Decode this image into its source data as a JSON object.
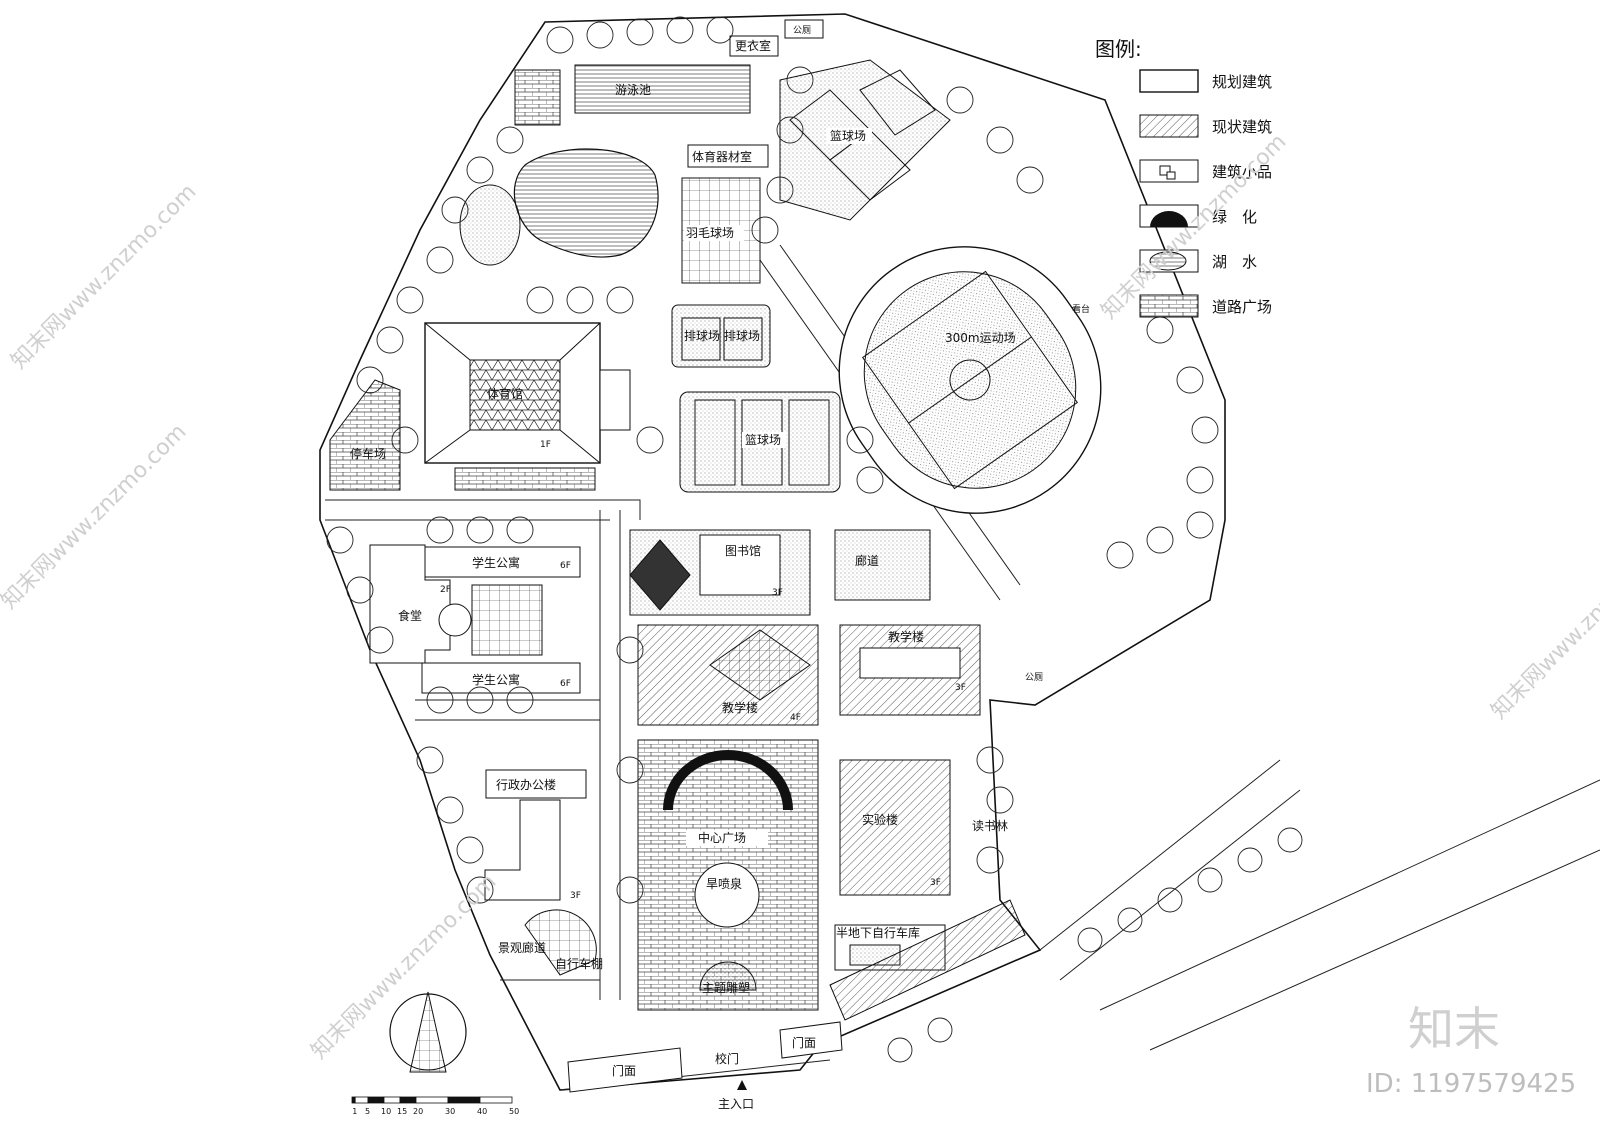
{
  "legend": {
    "title": "图例:",
    "items": [
      {
        "key": "planned",
        "label": "规划建筑"
      },
      {
        "key": "existing",
        "label": "现状建筑"
      },
      {
        "key": "small",
        "label": "建筑小品"
      },
      {
        "key": "green",
        "label": "绿　化"
      },
      {
        "key": "lake",
        "label": "湖　水"
      },
      {
        "key": "road",
        "label": "道路广场"
      }
    ]
  },
  "labels": {
    "changing_room": "更衣室",
    "public_toilet_top": "公厕",
    "swimming_pool": "游泳池",
    "sports_equipment": "体育器材室",
    "basketball_top": "篮球场",
    "badminton": "羽毛球场",
    "volleyball_1": "排球场",
    "volleyball_2": "排球场",
    "basketball_mid": "篮球场",
    "track": "300m运动场",
    "stand": "看台",
    "gymnasium": "体育馆",
    "gym_floor": "1F",
    "parking": "停车场",
    "dorm_top": "学生公寓",
    "dorm_top_floor": "6F",
    "dorm_bottom": "学生公寓",
    "dorm_bottom_floor": "6F",
    "canteen": "食堂",
    "canteen_floor": "2F",
    "library": "图书馆",
    "library_floor": "3F",
    "gallery": "廊道",
    "teaching_right": "教学楼",
    "teaching_right_floor": "3F",
    "teaching_center": "教学楼",
    "teaching_center_floor": "4F",
    "public_toilet_right": "公厕",
    "admin": "行政办公楼",
    "admin_floor": "3F",
    "central_plaza": "中心广场",
    "fountain": "旱喷泉",
    "lab": "实验楼",
    "lab_floor": "3F",
    "tree_grove": "读书林",
    "bike_garage": "半地下自行车库",
    "landscape_corridor": "景观廊道",
    "bike_shed": "自行车棚",
    "sculpture": "主题雕塑",
    "gate": "校门",
    "shopfront_left": "门面",
    "shopfront_right": "门面",
    "main_entrance": "主入口"
  },
  "scale_bar": {
    "ticks": [
      "1",
      "5",
      "10",
      "15",
      "20",
      "30",
      "40",
      "50"
    ],
    "values": [
      1,
      5,
      10,
      15,
      20,
      30,
      40,
      50
    ]
  },
  "watermarks": {
    "site": "知末网www.znzmo.com",
    "brand": "知末",
    "id": "ID: 1197579425"
  }
}
